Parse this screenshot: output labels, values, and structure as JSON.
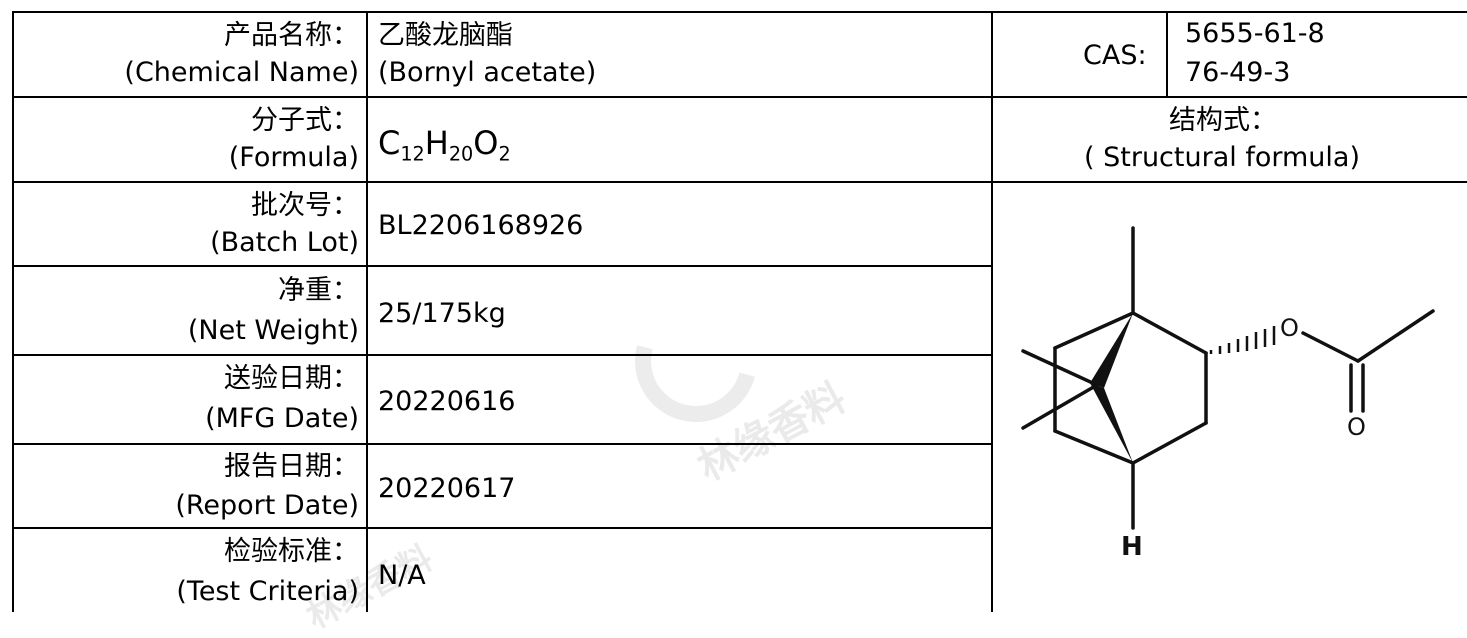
{
  "rows": [
    {
      "label_cn": "产品名称：",
      "label_en": "(Chemical Name)",
      "value_cn": "乙酸龙脑酯",
      "value_en": "(Bornyl acetate)"
    },
    {
      "label_cn": "分子式：",
      "label_en": "(Formula)"
    },
    {
      "label_cn": "批次号：",
      "label_en": "(Batch Lot)",
      "value": "BL2206168926"
    },
    {
      "label_cn": "净重：",
      "label_en": "(Net Weight)",
      "value": "25/175kg"
    },
    {
      "label_cn": "送验日期：",
      "label_en": "(MFG Date)",
      "value": "20220616"
    },
    {
      "label_cn": "报告日期：",
      "label_en": "(Report Date)",
      "value": "20220617"
    },
    {
      "label_cn": "检验标准：",
      "label_en": "(Test Criteria)",
      "value": "N/A"
    }
  ],
  "formula": {
    "c": "C",
    "c_n": "12",
    "h": "H",
    "h_n": "20",
    "o": "O",
    "o_n": "2"
  },
  "cas": {
    "label": "CAS:",
    "values": [
      "5655-61-8",
      "76-49-3"
    ]
  },
  "structural": {
    "label_cn": "结构式：",
    "label_en": "( Structural formula)",
    "atom_o": "O",
    "atom_h": "H"
  },
  "watermark": {
    "text": "林缘香料"
  }
}
